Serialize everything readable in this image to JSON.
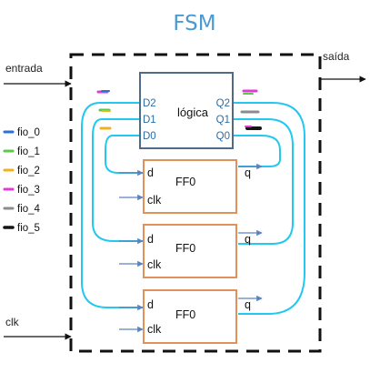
{
  "title": "FSM",
  "ports": {
    "input": "entrada",
    "output": "saída",
    "clock": "clk"
  },
  "logic_block": {
    "label": "lógica",
    "inputs": [
      "D2",
      "D1",
      "D0"
    ],
    "outputs": [
      "Q2",
      "Q1",
      "Q0"
    ]
  },
  "flip_flops": [
    {
      "name": "FF0",
      "d": "d",
      "clk": "clk",
      "q": "q"
    },
    {
      "name": "FF0",
      "d": "d",
      "clk": "clk",
      "q": "q"
    },
    {
      "name": "FF0",
      "d": "d",
      "clk": "clk",
      "q": "q"
    }
  ],
  "legend": [
    {
      "label": "fio_0",
      "color": "#2e6fd8"
    },
    {
      "label": "fio_1",
      "color": "#5cc94a"
    },
    {
      "label": "fio_2",
      "color": "#f0b020"
    },
    {
      "label": "fio_3",
      "color": "#e23ad8"
    },
    {
      "label": "fio_4",
      "color": "#8c8c8c"
    },
    {
      "label": "fio_5",
      "color": "#151515"
    }
  ],
  "colors": {
    "title": "#4a9ad4",
    "wire": "#22c8f0",
    "logic_border": "#4f6b88",
    "ff_border": "#e0925a",
    "arrow": "#5a84c0",
    "frame": "#111111"
  }
}
